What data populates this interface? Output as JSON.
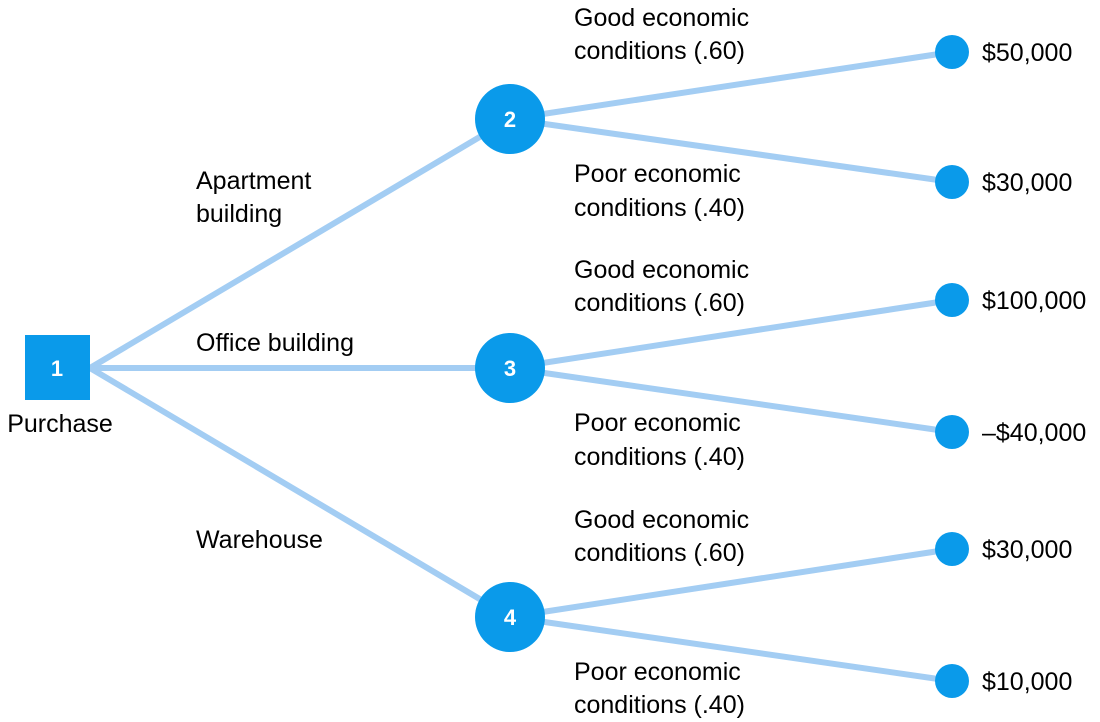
{
  "diagram": {
    "decision_node": {
      "number": "1",
      "label": "Purchase"
    },
    "alternatives": [
      {
        "label_lines": [
          "Apartment",
          "building"
        ],
        "chance_node": "2",
        "outcomes": [
          {
            "label_lines": [
              "Good economic",
              "conditions (.60)"
            ],
            "payoff": "$50,000"
          },
          {
            "label_lines": [
              "Poor economic",
              "conditions (.40)"
            ],
            "payoff": "$30,000"
          }
        ]
      },
      {
        "label_lines": [
          "Office building"
        ],
        "chance_node": "3",
        "outcomes": [
          {
            "label_lines": [
              "Good economic",
              "conditions (.60)"
            ],
            "payoff": "$100,000"
          },
          {
            "label_lines": [
              "Poor economic",
              "conditions (.40)"
            ],
            "payoff": "–$40,000"
          }
        ]
      },
      {
        "label_lines": [
          "Warehouse"
        ],
        "chance_node": "4",
        "outcomes": [
          {
            "label_lines": [
              "Good economic",
              "conditions (.60)"
            ],
            "payoff": "$30,000"
          },
          {
            "label_lines": [
              "Poor economic",
              "conditions (.40)"
            ],
            "payoff": "$10,000"
          }
        ]
      }
    ]
  },
  "colors": {
    "node": "#0a9aea",
    "branch": "#a3cdf3",
    "text": "#000000"
  }
}
